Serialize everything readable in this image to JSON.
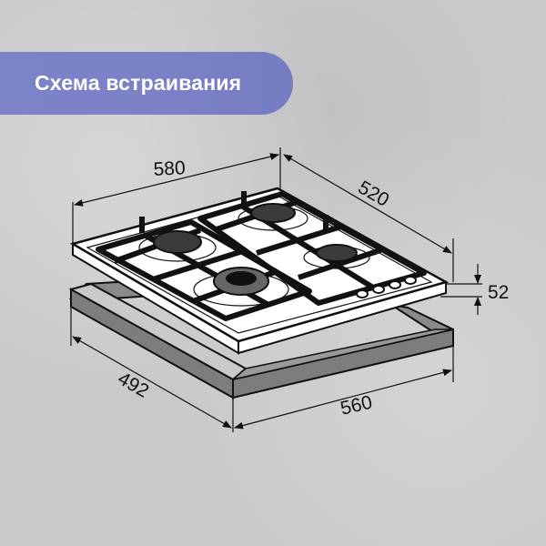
{
  "header": {
    "title": "Схема встраивания"
  },
  "colors": {
    "background": "#c9c9cb",
    "pill": "#7b81c6",
    "pill_text": "#ffffff",
    "line": "#111111",
    "frame": "#7d7d7d",
    "cooktop": "#ffffff"
  },
  "dimensions": {
    "width_top": "580",
    "depth_top": "520",
    "height": "52",
    "cutout_depth": "492",
    "cutout_width": "560"
  },
  "diagram": {
    "subject": "4-burner gas hob built-in scheme",
    "burners": 4,
    "control_knobs": 4
  }
}
